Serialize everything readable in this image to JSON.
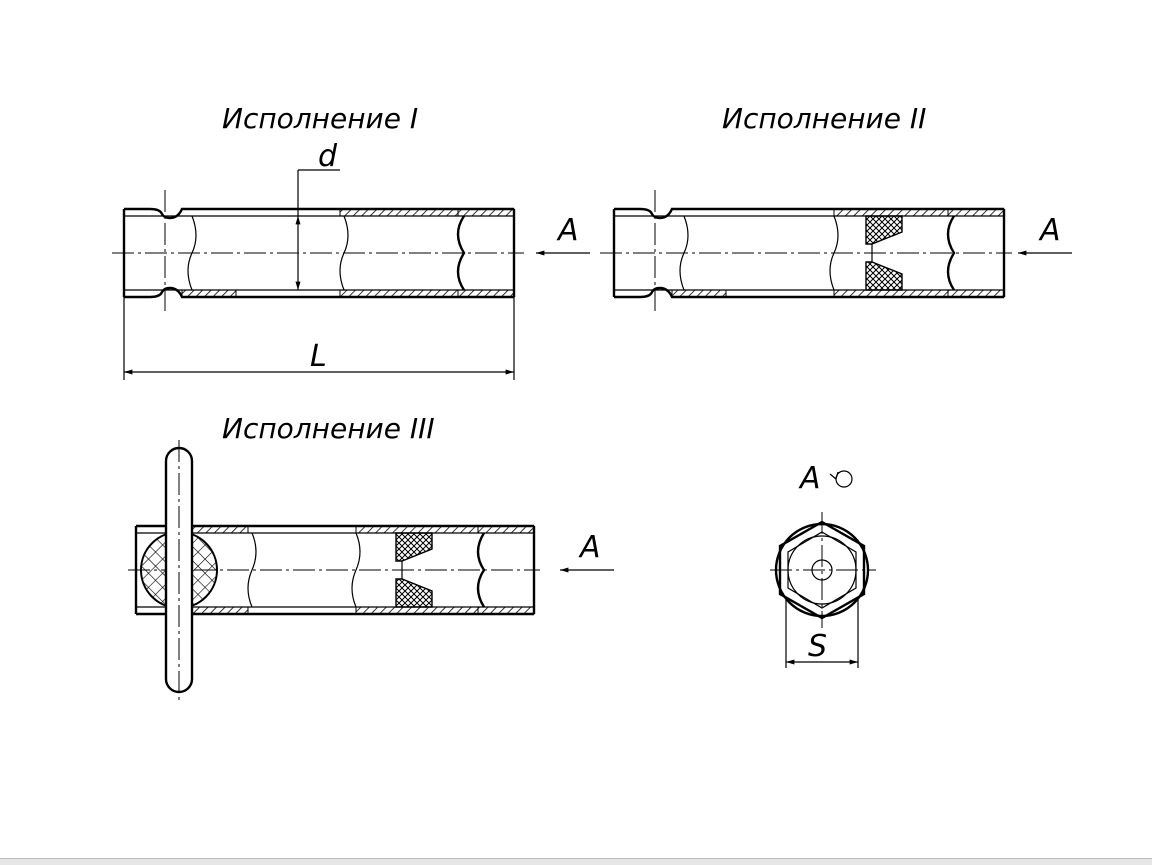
{
  "titles": {
    "version_1": "Исполнение I",
    "version_2": "Исполнение II",
    "version_3": "Исполнение III"
  },
  "dimensions": {
    "diameter": "d",
    "length": "L",
    "across_flats": "S"
  },
  "view_marks": {
    "arrow_v1": "A",
    "arrow_v2": "A",
    "arrow_v3": "A",
    "view_label": "A"
  }
}
